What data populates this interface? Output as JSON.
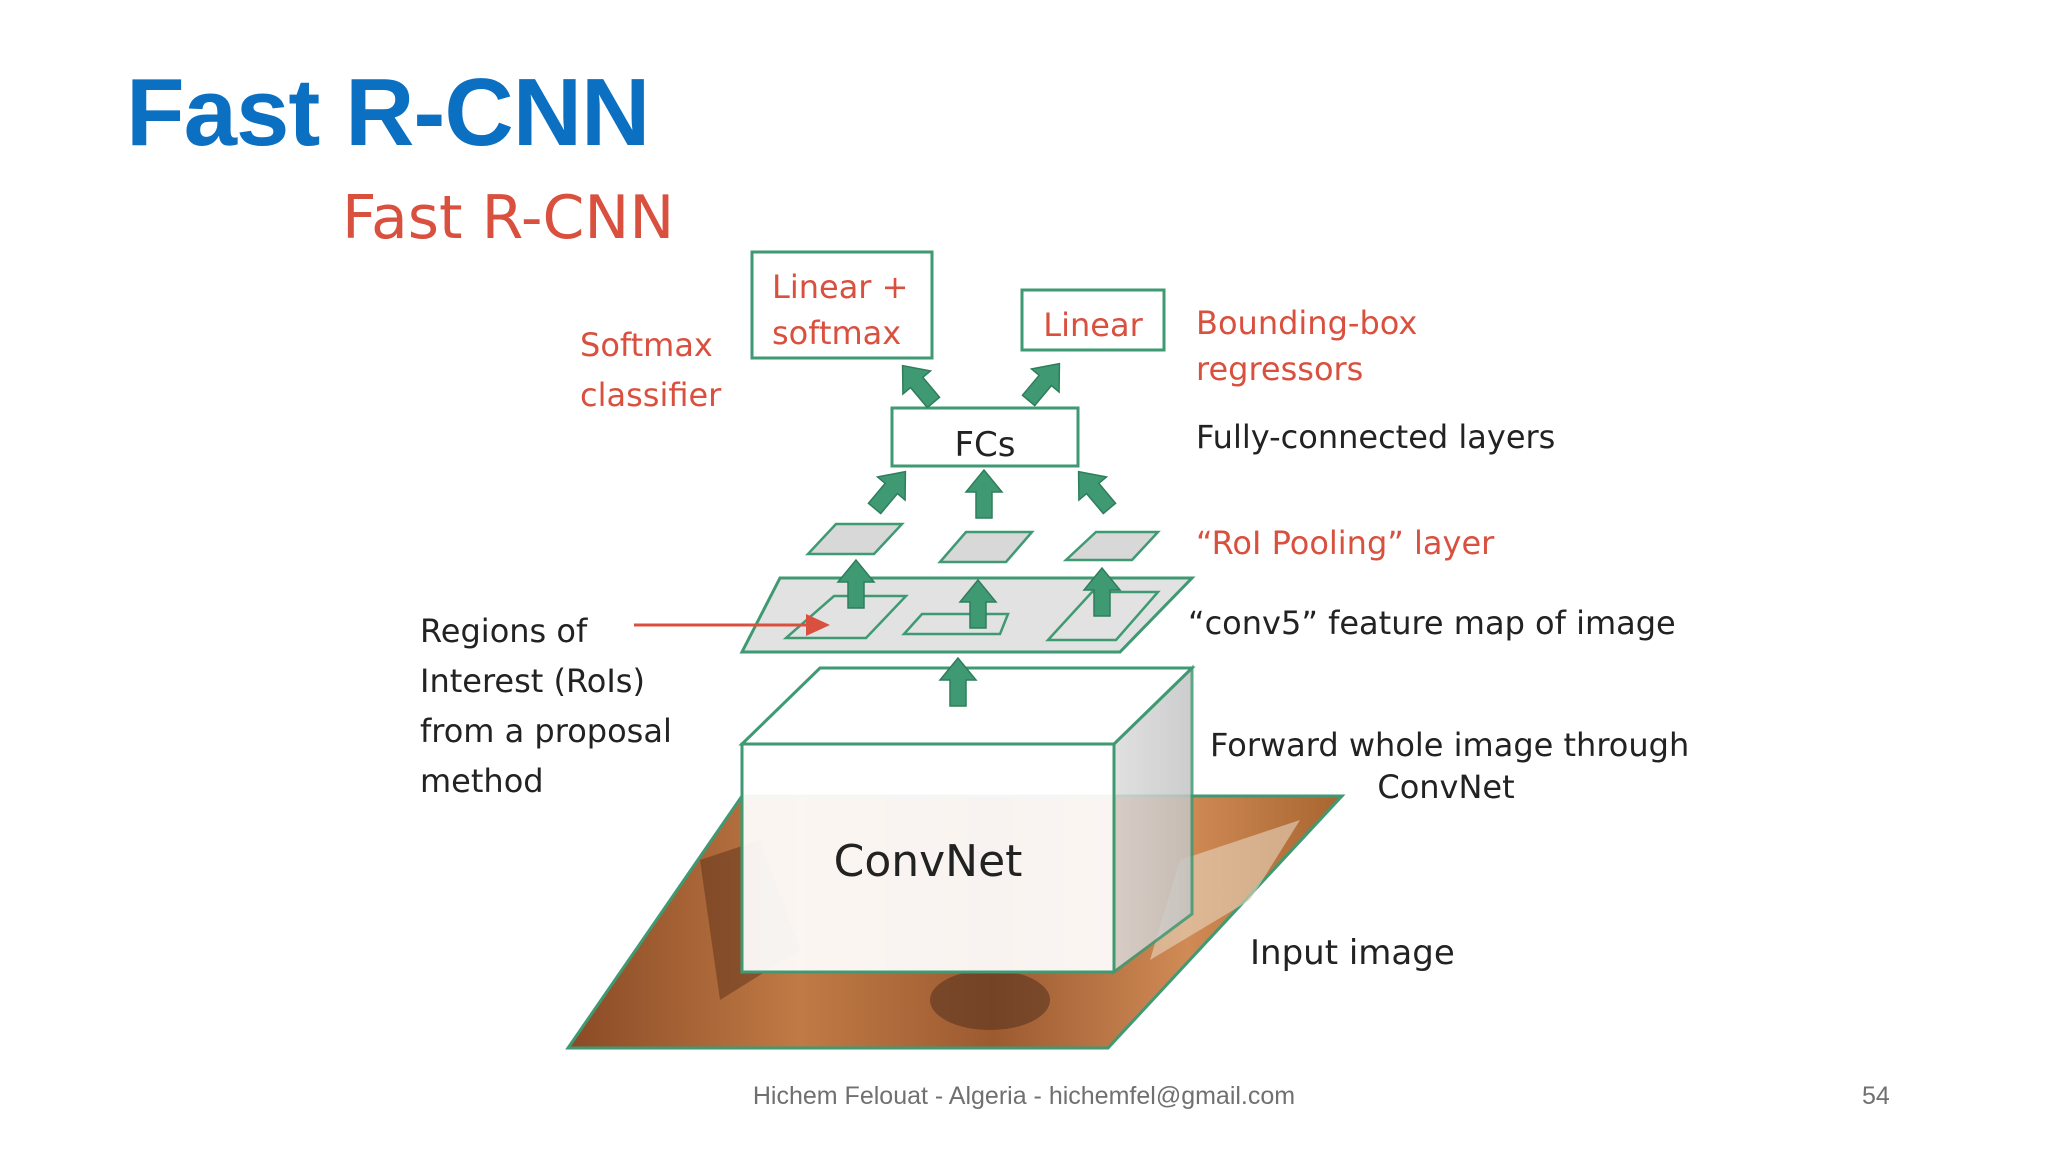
{
  "slide": {
    "title": "Fast R-CNN",
    "footer": "Hichem Felouat - Algeria - hichemfel@gmail.com",
    "page_number": "54"
  },
  "diagram": {
    "title": "Fast R-CNN",
    "boxes": {
      "linear_softmax_line1": "Linear +",
      "linear_softmax_line2": "softmax",
      "linear": "Linear",
      "fcs": "FCs",
      "convnet": "ConvNet"
    },
    "labels": {
      "softmax_line1": "Softmax",
      "softmax_line2": "classifier",
      "bbox_line1": "Bounding-box",
      "bbox_line2": "regressors",
      "fully_connected": "Fully-connected layers",
      "roi_pooling": "“RoI Pooling” layer",
      "conv5": "“conv5” feature map of image",
      "regions_line1": "Regions of",
      "regions_line2": "Interest (RoIs)",
      "regions_line3": "from a proposal",
      "regions_line4": "method",
      "forward_line1": "Forward whole image through",
      "forward_line2": "ConvNet",
      "input_image": "Input image"
    },
    "colors": {
      "red": "#d9503f",
      "green": "#3f9a73",
      "box_border": "#3f9a73",
      "slide_title": "#0b6fc2"
    }
  }
}
